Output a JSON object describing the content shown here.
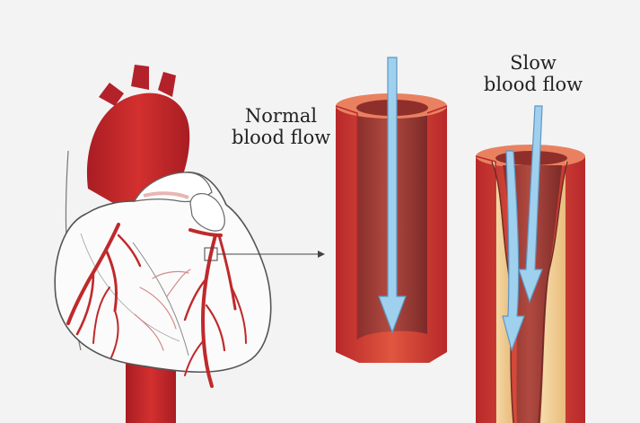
{
  "labels": {
    "normal": [
      "Normal",
      "blood flow"
    ],
    "slow": [
      "Slow",
      "blood flow"
    ]
  },
  "colors": {
    "background": "#f3f3f3",
    "artery_red": "#c8232a",
    "vessel_wall": "#d9493b",
    "vessel_inner": "#9e3b36",
    "plaque": "#f2d49a",
    "flow_arrow": "#9fd0ee",
    "heart_outline": "#555555"
  }
}
